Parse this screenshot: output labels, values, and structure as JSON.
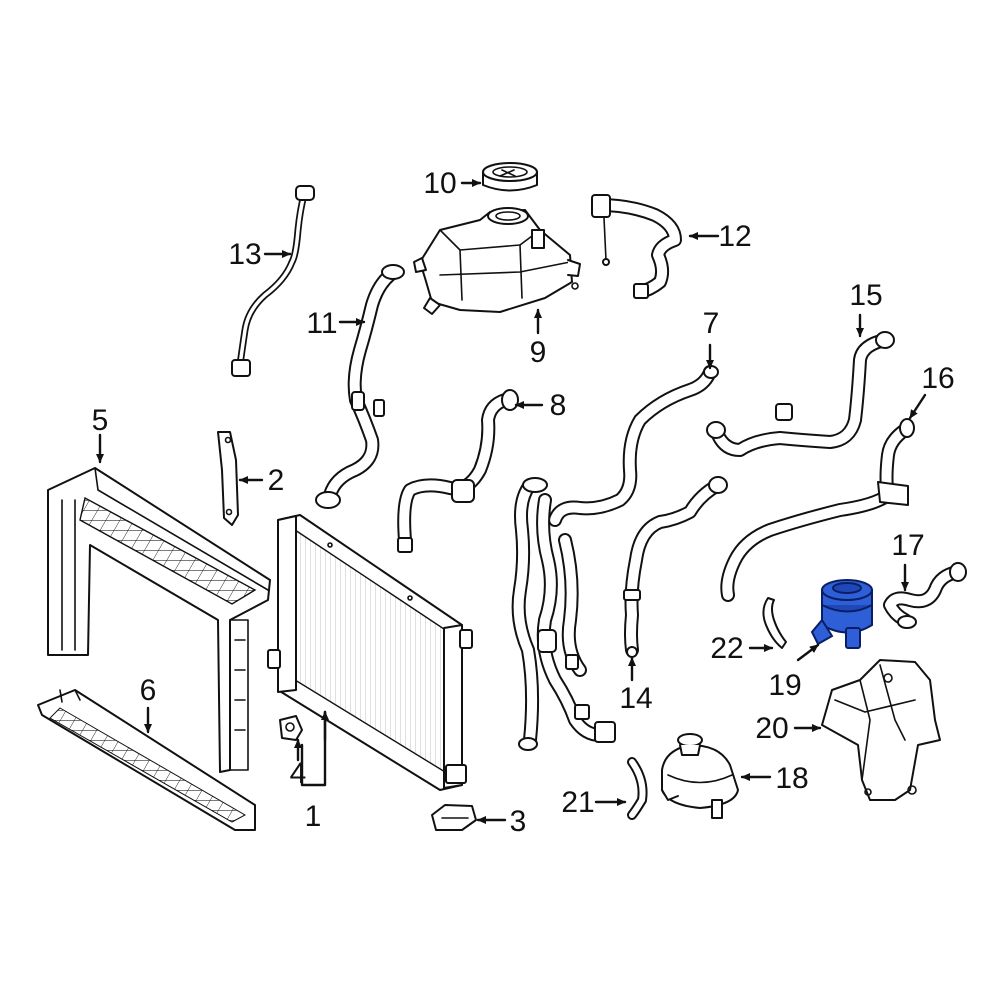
{
  "diagram": {
    "callouts": [
      {
        "id": "1",
        "text": "1"
      },
      {
        "id": "2",
        "text": "2"
      },
      {
        "id": "3",
        "text": "3"
      },
      {
        "id": "4",
        "text": "4"
      },
      {
        "id": "5",
        "text": "5"
      },
      {
        "id": "6",
        "text": "6"
      },
      {
        "id": "7",
        "text": "7"
      },
      {
        "id": "8",
        "text": "8"
      },
      {
        "id": "9",
        "text": "9"
      },
      {
        "id": "10",
        "text": "10"
      },
      {
        "id": "11",
        "text": "11"
      },
      {
        "id": "12",
        "text": "12"
      },
      {
        "id": "13",
        "text": "13"
      },
      {
        "id": "14",
        "text": "14"
      },
      {
        "id": "15",
        "text": "15"
      },
      {
        "id": "16",
        "text": "16"
      },
      {
        "id": "17",
        "text": "17"
      },
      {
        "id": "18",
        "text": "18"
      },
      {
        "id": "19",
        "text": "19"
      },
      {
        "id": "20",
        "text": "20"
      },
      {
        "id": "21",
        "text": "21"
      },
      {
        "id": "22",
        "text": "22"
      }
    ],
    "highlighted_part": "19",
    "highlight_color": "#2f5fd6",
    "line_color": "#111111",
    "background_color": "#ffffff"
  }
}
